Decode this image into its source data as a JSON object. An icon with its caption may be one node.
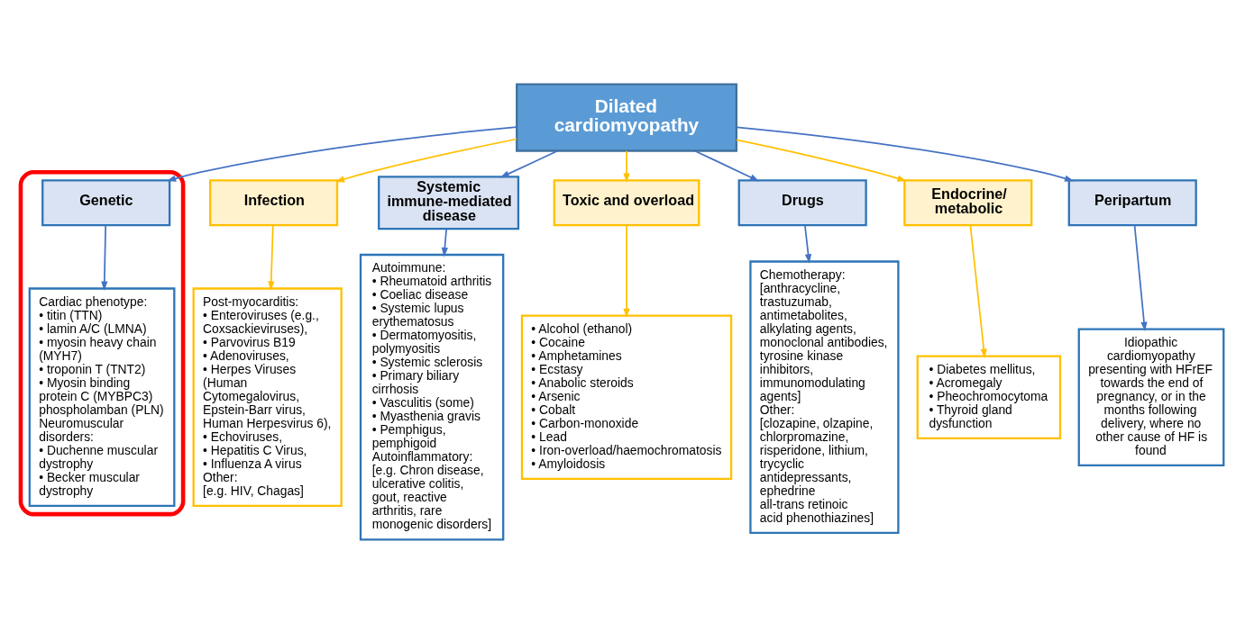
{
  "diagram": {
    "nodes": [
      {
        "text": [
          "Dilated cardiomyopathy"
        ]
      },
      {
        "text": [],
        "shape": "box"
      },
      {
        "text": [
          "Genetic"
        ],
        "in": 1
      },
      {
        "text": [
          "Cardiac phenotype:",
          "• titin (TTN)",
          "• lamin A/C (LMNA)",
          "• myosin heavy chain (MYH7)",
          "• troponin T (TNT2)",
          "• Myosin binding protein C (MYBPC3) phospholamban (PLN)",
          "Neuromuscular disorders:",
          "• Duchenne muscular dystrophy",
          "• Becker muscular dystrophy"
        ],
        "in": 1
      },
      {
        "text": [
          "Infection"
        ]
      },
      {
        "text": [
          "Post-myocarditis:",
          "• Enteroviruses (e.g., Coxsackieviruses),",
          "• Parvovirus B19",
          "• Adenoviruses,",
          "• Herpes Viruses (Human Cytomegalovirus, Epstein-Barr virus, Human Herpesvirus 6),",
          "• Echoviruses,",
          "• Hepatitis C Virus,",
          "• Influenza A virus",
          "Other:",
          "[e.g. HIV, Chagas]"
        ]
      },
      {
        "text": [
          "Systemic immune-mediated disease"
        ]
      },
      {
        "text": [
          "Autoimmune:",
          "• Rheumatoid arthritis",
          "• Coeliac disease",
          "• Systemic lupus erythematosus",
          "• Dermatomyositis, polymyositis",
          "• Systemic sclerosis",
          "• Primary biliary cirrhosis",
          "• Vasculitis (some)",
          "• Myasthenia gravis",
          "• Pemphigus, pemphigoid",
          "Autoinflammatory:",
          "[e.g. Chron disease, ulcerative colitis, gout, reactive arthritis, rare monogenic disorders]"
        ]
      },
      {
        "text": [
          "Toxic and overload"
        ]
      },
      {
        "text": [
          "• Alcohol (ethanol)",
          "• Cocaine",
          "• Amphetamines",
          "• Ecstasy",
          "• Anabolic steroids",
          "• Arsenic",
          "• Cobalt",
          "• Carbon-monoxide",
          "• Lead",
          "• Iron-overload/haemochromatosis",
          "• Amyloidosis"
        ]
      },
      {
        "text": [
          "Drugs"
        ]
      },
      {
        "text": [
          "Chemotherapy:",
          "[anthracycline, trastuzumab, antimetabolites, alkylating agents, monoclonal antibodies, tyrosine kinase inhibitors, immunomodulating agents]",
          "Other:",
          "[clozapine, olzapine, chlorpromazine, risperidone, lithium, trycyclic antidepressants, ephedrine",
          "all-trans retinoic acid phenothiazines]"
        ]
      },
      {
        "text": [
          "Endocrine/ metabolic"
        ]
      },
      {
        "text": [
          "• Diabetes mellitus,",
          "• Acromegaly",
          "• Pheochromocytoma",
          "• Thyroid gland dysfunction"
        ]
      },
      {
        "text": [
          "Peripartum"
        ]
      },
      {
        "text": [
          "Idiopathic cardiomyopathy presenting with HFrEF towards the end of pregnancy, or in the months following delivery, where no other cause of HF is found"
        ]
      }
    ],
    "edges": [
      {
        "from": 0,
        "to": 2,
        "arrow": "to"
      },
      {
        "from": 0,
        "to": 4,
        "arrow": "to",
        "color": "#ffc000"
      },
      {
        "from": 0,
        "to": 6,
        "arrow": "to"
      },
      {
        "from": 0,
        "to": 8,
        "arrow": "to",
        "color": "#ffc000"
      },
      {
        "from": 0,
        "to": 10,
        "arrow": "to"
      },
      {
        "from": 0,
        "to": 12,
        "arrow": "to",
        "color": "#ffc000"
      },
      {
        "from": 0,
        "to": 14,
        "arrow": "to"
      },
      {
        "from": 2,
        "to": 3,
        "arrow": "to"
      },
      {
        "from": 4,
        "to": 5,
        "arrow": "to",
        "color": "#ffc000"
      },
      {
        "from": 6,
        "to": 7,
        "arrow": "to"
      },
      {
        "from": 8,
        "to": 9,
        "arrow": "to",
        "color": "#ffc000"
      },
      {
        "from": 10,
        "to": 11,
        "arrow": "to"
      },
      {
        "from": 12,
        "to": 13,
        "arrow": "to",
        "color": "#ffc000"
      },
      {
        "from": 14,
        "to": 15,
        "arrow": "to"
      }
    ]
  }
}
